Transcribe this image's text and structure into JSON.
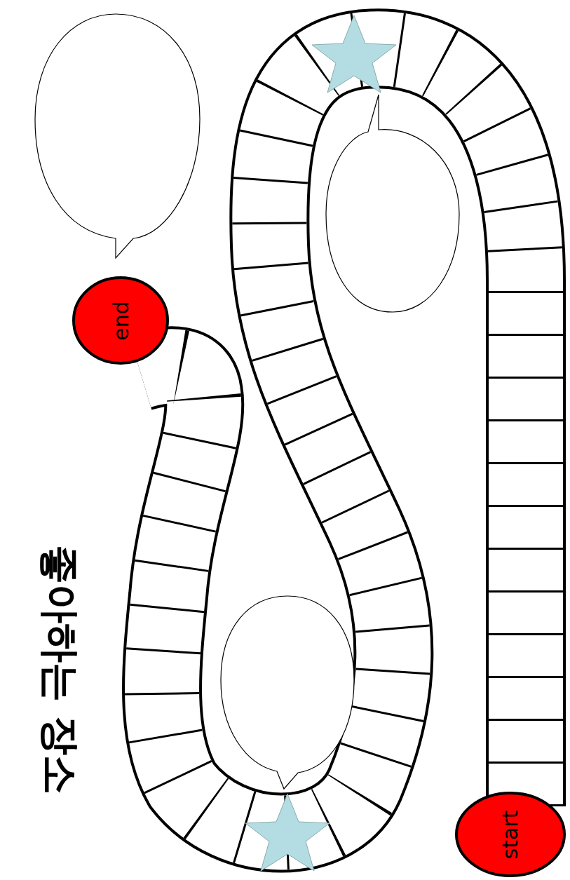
{
  "diagram": {
    "title": "좋아하는 장소",
    "nodes": [
      {
        "text": [
          "start"
        ]
      },
      {
        "text": [
          "end"
        ]
      }
    ]
  }
}
